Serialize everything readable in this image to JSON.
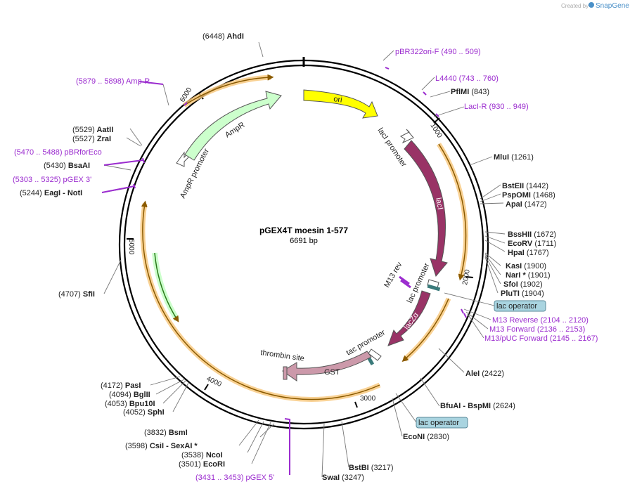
{
  "credit": {
    "prefix": "Created by",
    "brand": "SnapGene"
  },
  "plasmid": {
    "name": "pGEX4T moesin 1-577",
    "length_label": "6691 bp"
  },
  "ticks": [
    "1000",
    "2000",
    "3000",
    "4000",
    "5000",
    "6000"
  ],
  "features": {
    "ori": "ori",
    "lacI_promoter": "lacI promoter",
    "lacI": "lacI",
    "lac_promoter": "lac promoter",
    "lacZa": "lacZα",
    "tac_promoter": "tac promoter",
    "GST": "GST",
    "thrombin_site": "thrombin site",
    "M13_rev": "M13 rev",
    "AmpR": "AmpR",
    "AmpR_promoter": "AmpR promoter"
  },
  "boxes": {
    "lac_operator": "lac operator"
  },
  "labels": {
    "l_AhdI": "(6448)  AhdI",
    "l_pBR322": "pBR322ori-F   (490 .. 509)",
    "l_L4440": "L4440   (743 .. 760)",
    "l_PflMI": "PflMI   (843)",
    "l_LacIR": "LacI-R   (930 .. 949)",
    "l_MluI": "MluI   (1261)",
    "l_BstEII": "BstEII   (1442)",
    "l_PspOMI": "PspOMI   (1468)",
    "l_ApaI": "ApaI   (1472)",
    "l_BssHII": "BssHII   (1672)",
    "l_EcoRV": "EcoRV   (1711)",
    "l_HpaI": "HpaI   (1767)",
    "l_KasI": "KasI   (1900)",
    "l_NarI": "NarI *   (1901)",
    "l_SfoI": "SfoI   (1902)",
    "l_PluTI": "PluTI   (1904)",
    "l_M13Rev": "M13 Reverse   (2104 .. 2120)",
    "l_M13Fwd": "M13 Forward   (2136 .. 2153)",
    "l_M13pUC": "M13/pUC Forward   (2145 .. 2167)",
    "l_AleI": "AleI   (2422)",
    "l_BfuAI": "BfuAI  -  BspMI   (2624)",
    "l_EcoNI": "EcoNI   (2830)",
    "l_BstBI": "BstBI   (3217)",
    "l_SwaI": "SwaI   (3247)",
    "l_pGEX5": "(3431 .. 3453)   pGEX 5'",
    "l_EcoRI": "(3501)  EcoRI",
    "l_NcoI": "(3538)  NcoI",
    "l_CsiI": "(3598)  CsiI  -  SexAI *",
    "l_BsmI": "(3832)  BsmI",
    "l_SphI": "(4052)  SphI",
    "l_Bpu10I": "(4053)  Bpu10I",
    "l_BglII": "(4094)  BglII",
    "l_PasI": "(4172)  PasI",
    "l_SfiI": "(4707)  SfiI",
    "l_EagI": "(5244)  EagI  -  NotI",
    "l_pGEX3": "(5303 .. 5325)   pGEX 3'",
    "l_BsaAI": "(5430)  BsaAI",
    "l_pBRforEco": "(5470 .. 5488)   pBRforEco",
    "l_ZraI": "(5527)  ZraI",
    "l_AatII": "(5529)  AatII",
    "l_AmpR_primer": "(5879 .. 5898)   Amp-R"
  },
  "colors": {
    "ori": "#ffff00",
    "lacI": "#993366",
    "lacZa": "#993366",
    "GST": "#cc99aa",
    "AmpR": "#ccffcc",
    "orf": "#f7c77a",
    "primer": "#9b2ccf",
    "operator": "#a9d4e0"
  }
}
